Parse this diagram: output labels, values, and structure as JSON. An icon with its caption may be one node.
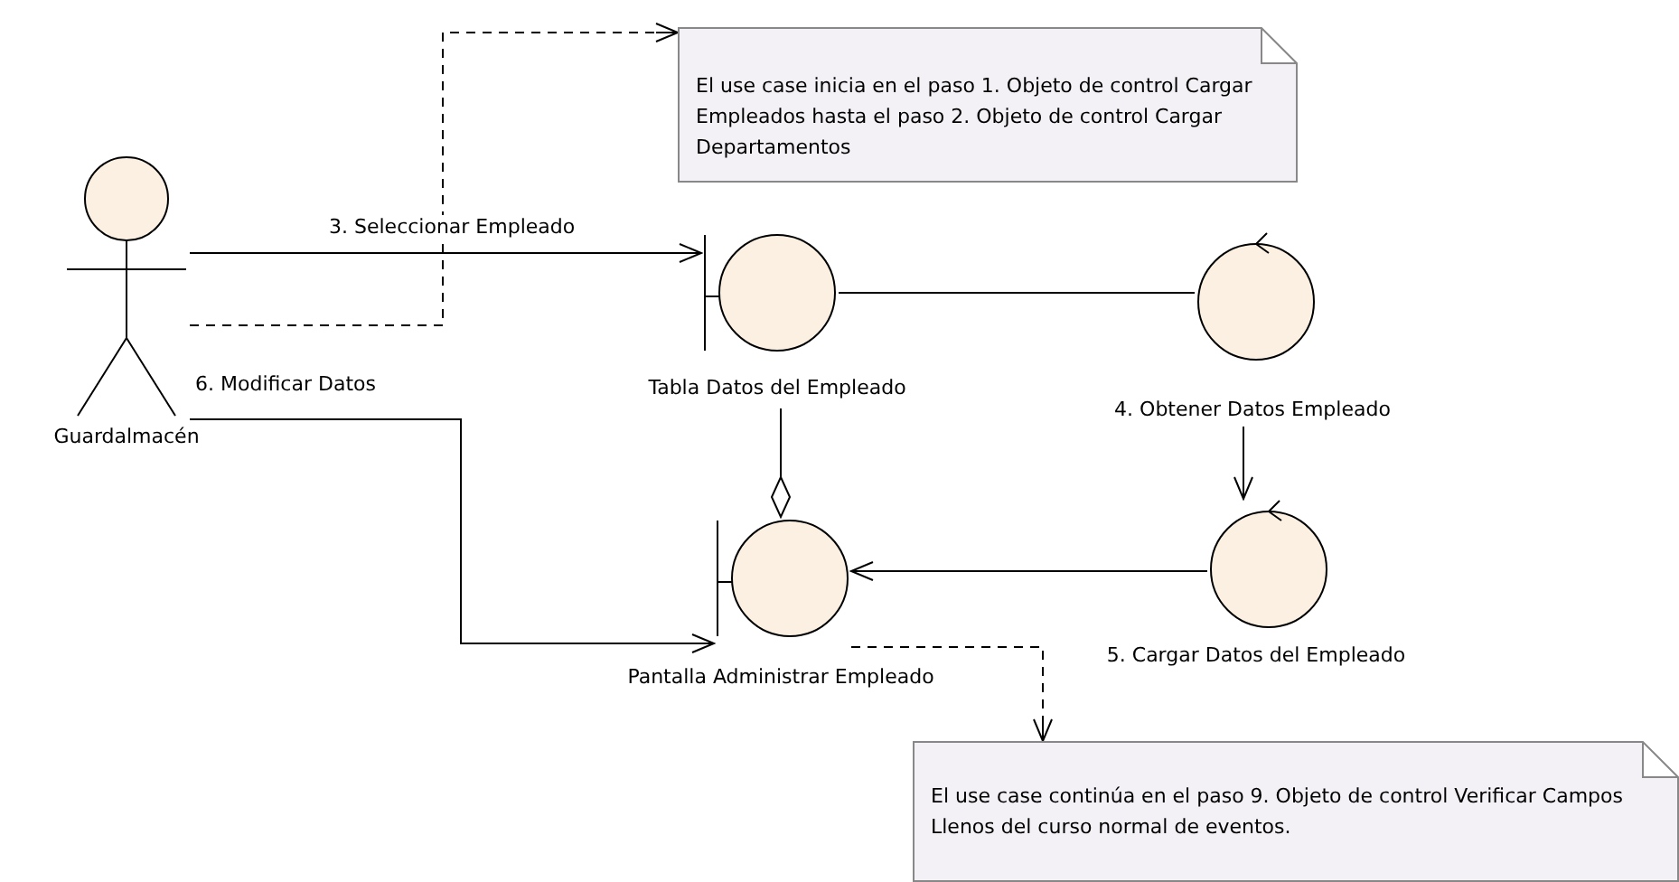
{
  "diagram": {
    "nodes": [
      {
        "text": [
          "Guardalmacén"
        ]
      },
      {
        "text": [
          "El use case inicia en el paso 1. Objeto de control Cargar Empleados hasta el paso 2. Objeto de control Cargar Departamentos"
        ]
      },
      {
        "text": [
          "Tabla Datos del Empleado"
        ]
      },
      {
        "text": [
          "4. Obtener Datos Empleado"
        ]
      },
      {
        "text": [
          "5. Cargar Datos del Empleado"
        ]
      },
      {
        "text": [
          "Pantalla Administrar Empleado"
        ]
      },
      {
        "text": [
          "El use case continúa en el paso 9. Objeto de control Verificar Campos Llenos del curso normal de eventos."
        ]
      }
    ],
    "edges": [
      {
        "from": 0,
        "to": 1,
        "arrow": "to",
        "style": "dashed"
      },
      {
        "from": 0,
        "to": 2,
        "arrow": "to",
        "label": "3. Seleccionar Empleado"
      },
      {
        "from": 2,
        "to": 3,
        "arrow": "none"
      },
      {
        "from": 2,
        "to": 5,
        "arrow": "other"
      },
      {
        "from": 3,
        "to": 4,
        "arrow": "to"
      },
      {
        "from": 4,
        "to": 5,
        "arrow": "to"
      },
      {
        "from": 0,
        "to": 5,
        "arrow": "to",
        "label": "6. Modificar Datos"
      },
      {
        "from": 5,
        "to": 6,
        "arrow": "to",
        "style": "dashed"
      }
    ]
  }
}
